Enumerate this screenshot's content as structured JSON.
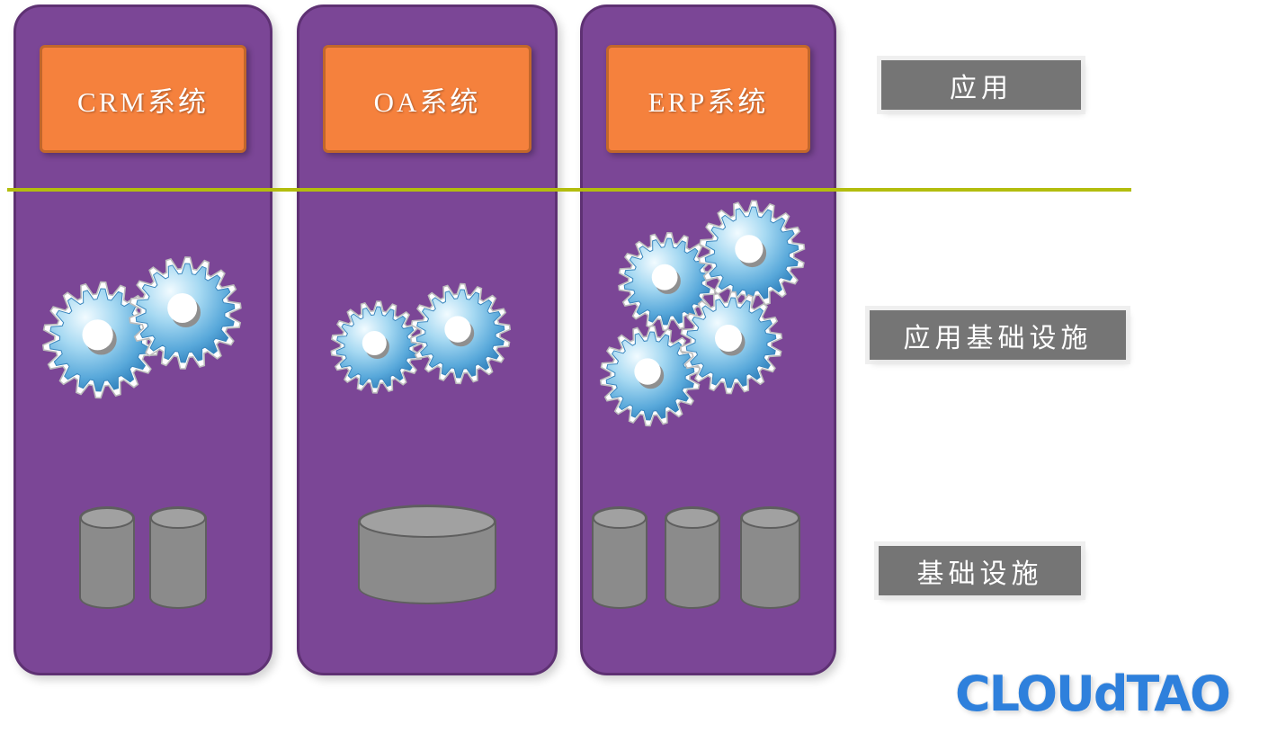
{
  "columns": [
    {
      "id": "crm",
      "app_label": "CRM系统",
      "gear_count": 2,
      "cylinder_count": 2
    },
    {
      "id": "oa",
      "app_label": "OA系统",
      "gear_count": 2,
      "cylinder_count": 1
    },
    {
      "id": "erp",
      "app_label": "ERP系统",
      "gear_count": 4,
      "cylinder_count": 3
    }
  ],
  "layers": [
    {
      "id": "application",
      "label": "应用"
    },
    {
      "id": "application-infrastructure",
      "label": "应用基础设施"
    },
    {
      "id": "infrastructure",
      "label": "基础设施"
    }
  ],
  "logo": {
    "text": "CLOUdTAO"
  },
  "icons": {
    "gear": "gear-icon",
    "database": "database-cylinder-icon"
  },
  "colors": {
    "column_fill": "#7B4696",
    "column_border": "#5E3173",
    "app_box_fill": "#F5813D",
    "app_box_border": "#C2672B",
    "divider": "#B3BD0E",
    "label_fill": "#757575",
    "label_text": "#FFFFFF",
    "gear_blue": "#2E7FC0",
    "cylinder_fill": "#8B8B8B",
    "logo_blue": "#2E80DC"
  }
}
